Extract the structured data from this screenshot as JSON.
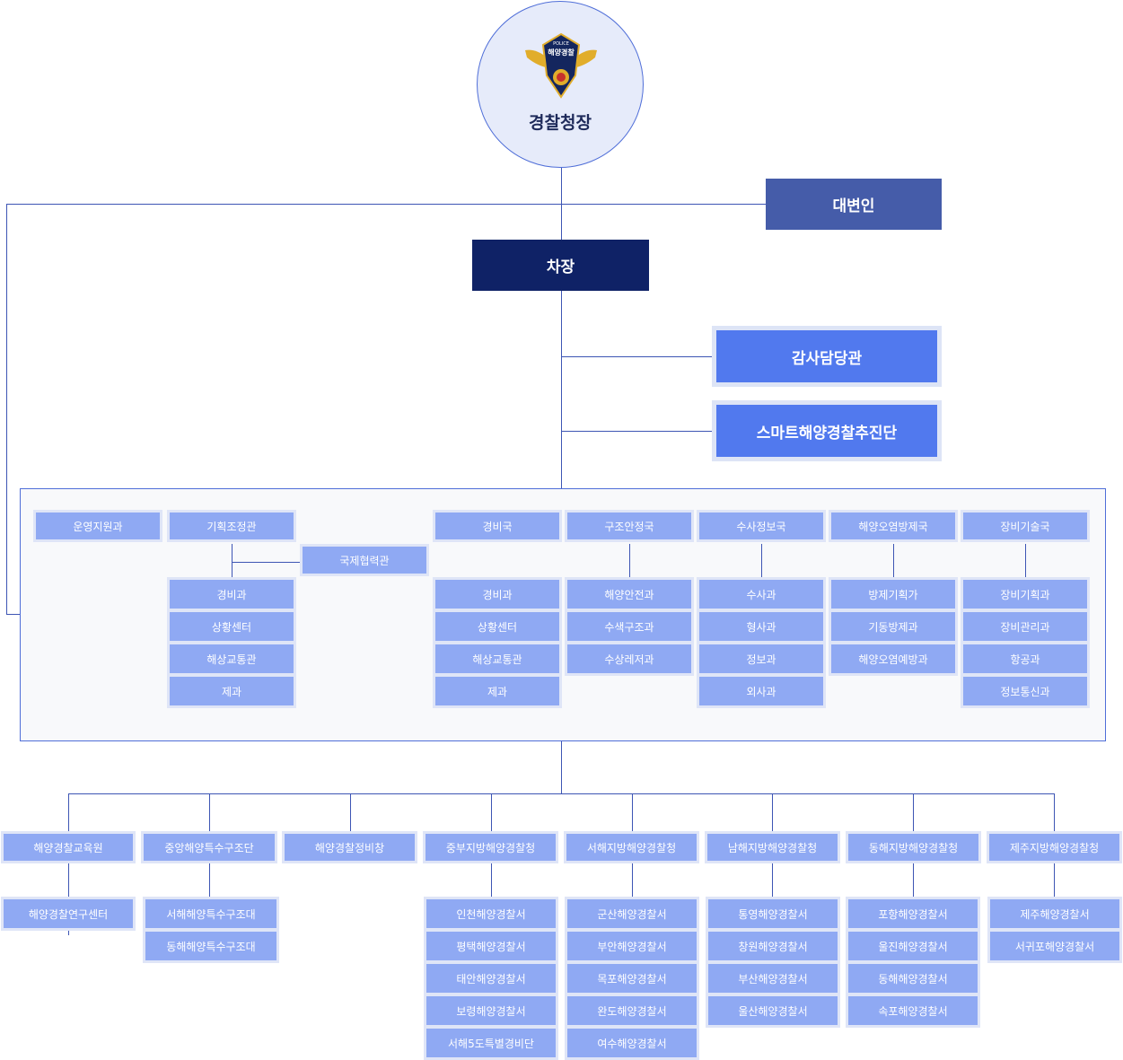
{
  "chief": {
    "label": "경찰청장",
    "emblem_top": "POLICE",
    "emblem_name": "해양경찰",
    "emblem_icon": "coast-guard-emblem-icon"
  },
  "spokesperson": "대변인",
  "vice_commissioner": "차장",
  "audit_officer": "감사담당관",
  "smart_task_force": "스마트해양경찰추진단",
  "hq": {
    "support_division": "운영지원과",
    "planning": {
      "title": "기획조정관",
      "sub": "국제협력관",
      "units": [
        "경비과",
        "상황센터",
        "해상교통관",
        "제과"
      ]
    },
    "bureaus": [
      {
        "title": "경비국",
        "units": [
          "경비과",
          "상황센터",
          "해상교통관",
          "제과"
        ]
      },
      {
        "title": "구조안정국",
        "units": [
          "해양안전과",
          "수색구조과",
          "수상레저과"
        ]
      },
      {
        "title": "수사정보국",
        "units": [
          "수사과",
          "형사과",
          "정보과",
          "외사과"
        ]
      },
      {
        "title": "해양오염방제국",
        "units": [
          "방제기획가",
          "기동방제과",
          "해양오염예방과"
        ]
      },
      {
        "title": "장비기술국",
        "units": [
          "장비기획과",
          "장비관리과",
          "항공과",
          "정보통신과"
        ]
      }
    ]
  },
  "agencies": [
    {
      "title": "해양경찰교육원",
      "units": [
        "해양경찰연구센터"
      ]
    },
    {
      "title": "중앙해양특수구조단",
      "units": [
        "서해해양특수구조대",
        "동해해양특수구조대"
      ]
    },
    {
      "title": "해양경찰정비창",
      "units": []
    },
    {
      "title": "중부지방해양경찰청",
      "units": [
        "인천해양경찰서",
        "평택해양경찰서",
        "태안해양경찰서",
        "보령해양경찰서",
        "서해5도특별경비단"
      ]
    },
    {
      "title": "서해지방해양경찰청",
      "units": [
        "군산해양경찰서",
        "부안해양경찰서",
        "목포해양경찰서",
        "완도해양경찰서",
        "여수해양경찰서"
      ]
    },
    {
      "title": "남해지방해양경찰청",
      "units": [
        "통영해양경찰서",
        "창원해양경찰서",
        "부산해양경찰서",
        "울산해양경찰서"
      ]
    },
    {
      "title": "동해지방해양경찰청",
      "units": [
        "포항해양경찰서",
        "울진해양경찰서",
        "동해해양경찰서",
        "속포해양경찰서"
      ]
    },
    {
      "title": "제주지방해양경찰청",
      "units": [
        "제주해양경찰서",
        "서귀포해양경찰서"
      ]
    }
  ]
}
